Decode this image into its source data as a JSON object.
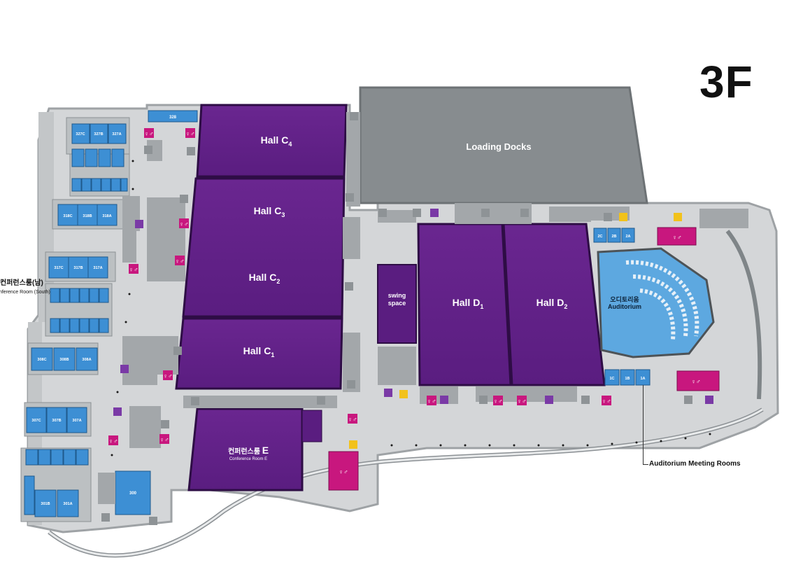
{
  "map": {
    "floor": "3F",
    "halls": {
      "c4": "Hall C4",
      "c3": "Hall C3",
      "c2": "Hall C2",
      "c1": "Hall C1",
      "d1": "Hall D1",
      "d2": "Hall D2"
    },
    "hall_c_prefix": "Hall C",
    "hall_d_prefix": "Hall D",
    "swing_space": [
      "swing",
      "space"
    ],
    "loading_docks": "Loading Docks",
    "conference_e": {
      "ko": "컨퍼런스룸",
      "letter": "E",
      "en": "Conference Room  E"
    },
    "conference_south": {
      "ko": "컨퍼런스룸(남)",
      "en": "Conference Room (South)"
    },
    "auditorium": {
      "ko": "오디토리움",
      "en": "Auditorium"
    },
    "auditorium_meeting_rooms": "Auditorium Meeting Rooms",
    "rooms": {
      "r327": [
        "327C",
        "327B",
        "327A"
      ],
      "r318": [
        "318C",
        "318B",
        "318A"
      ],
      "r317": [
        "317C",
        "317B",
        "317A"
      ],
      "r308": [
        "308C",
        "308B",
        "308A"
      ],
      "r307": [
        "307C",
        "307B",
        "307A"
      ],
      "r301": [
        "301B",
        "301A"
      ],
      "r300": "300",
      "r328": "328",
      "aud_top": [
        "2C",
        "2B",
        "2A"
      ],
      "aud_bottom": [
        "1C",
        "1B",
        "1A"
      ]
    },
    "colors": {
      "hall_purple": "#5e1f86",
      "room_blue": "#3d8fd4",
      "restroom_magenta": "#c8177e",
      "floor_gray": "#d3d5d6",
      "wall_gray": "#8f9396",
      "loading_gray": "#868b8e"
    },
    "icons": [
      "restroom-icon",
      "escalator-icon",
      "elevator-icon",
      "nursing-room-icon",
      "info-icon"
    ]
  }
}
